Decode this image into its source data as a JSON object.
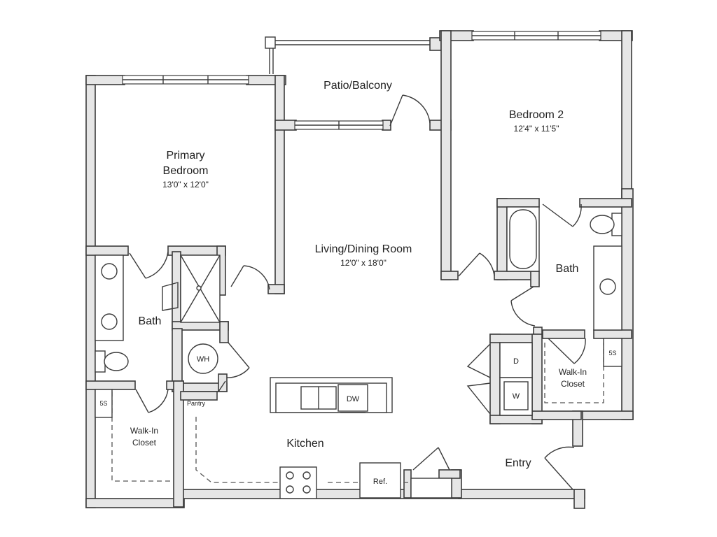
{
  "rooms": {
    "patio": {
      "name": "Patio/Balcony"
    },
    "bedroom2": {
      "name": "Bedroom 2",
      "dims": "12'4\" x 11'5\""
    },
    "primary": {
      "name_line1": "Primary",
      "name_line2": "Bedroom",
      "dims": "13'0\" x 12'0\""
    },
    "living": {
      "name": "Living/Dining Room",
      "dims": "12'0\" x 18'0\""
    },
    "bath_right": {
      "name": "Bath"
    },
    "bath_left": {
      "name": "Bath"
    },
    "walkin_right": {
      "name_line1": "Walk-In",
      "name_line2": "Closet"
    },
    "walkin_left": {
      "name_line1": "Walk-In",
      "name_line2": "Closet"
    },
    "kitchen": {
      "name": "Kitchen"
    },
    "entry": {
      "name": "Entry"
    }
  },
  "fixtures": {
    "water_heater": "WH",
    "dishwasher": "DW",
    "dryer": "D",
    "washer": "W",
    "pantry": "Pantry",
    "refrigerator": "Ref.",
    "shelf_left": "5S",
    "shelf_right": "5S"
  }
}
